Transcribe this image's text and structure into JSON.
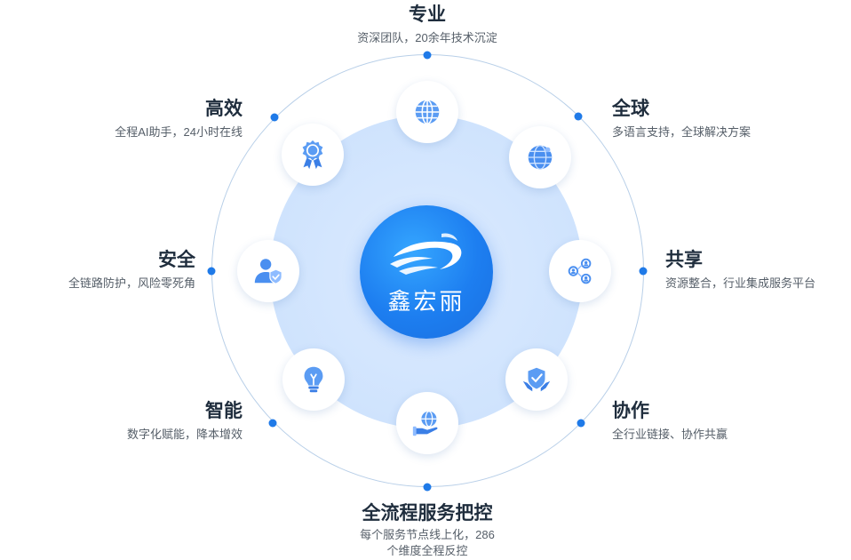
{
  "brand": {
    "name": "鑫宏丽"
  },
  "colors": {
    "accent": "#1f7ae8",
    "icon_blue": "#4a8ff0",
    "ring": "#b8cfe8",
    "disc": "#d4e6fd"
  },
  "features": [
    {
      "id": "professional",
      "title": "专业",
      "desc": "资深团队，20余年技术沉淀",
      "icon": "globe-grid-icon"
    },
    {
      "id": "global",
      "title": "全球",
      "desc": "多语言支持，全球解决方案",
      "icon": "globe-icon"
    },
    {
      "id": "share",
      "title": "共享",
      "desc": "资源整合，行业集成服务平台",
      "icon": "people-network-icon"
    },
    {
      "id": "collaborate",
      "title": "协作",
      "desc": "全行业链接、协作共赢",
      "icon": "hands-shield-icon"
    },
    {
      "id": "process",
      "title": "全流程服务把控",
      "desc": "每个服务节点线上化，286",
      "desc2": "个维度全程反控",
      "icon": "hand-globe-icon"
    },
    {
      "id": "smart",
      "title": "智能",
      "desc": "数字化赋能，降本增效",
      "icon": "lightbulb-icon"
    },
    {
      "id": "secure",
      "title": "安全",
      "desc": "全链路防护，风险零死角",
      "icon": "user-shield-icon"
    },
    {
      "id": "efficient",
      "title": "高效",
      "desc": "全程AI助手，24小时在线",
      "icon": "award-badge-icon"
    }
  ]
}
